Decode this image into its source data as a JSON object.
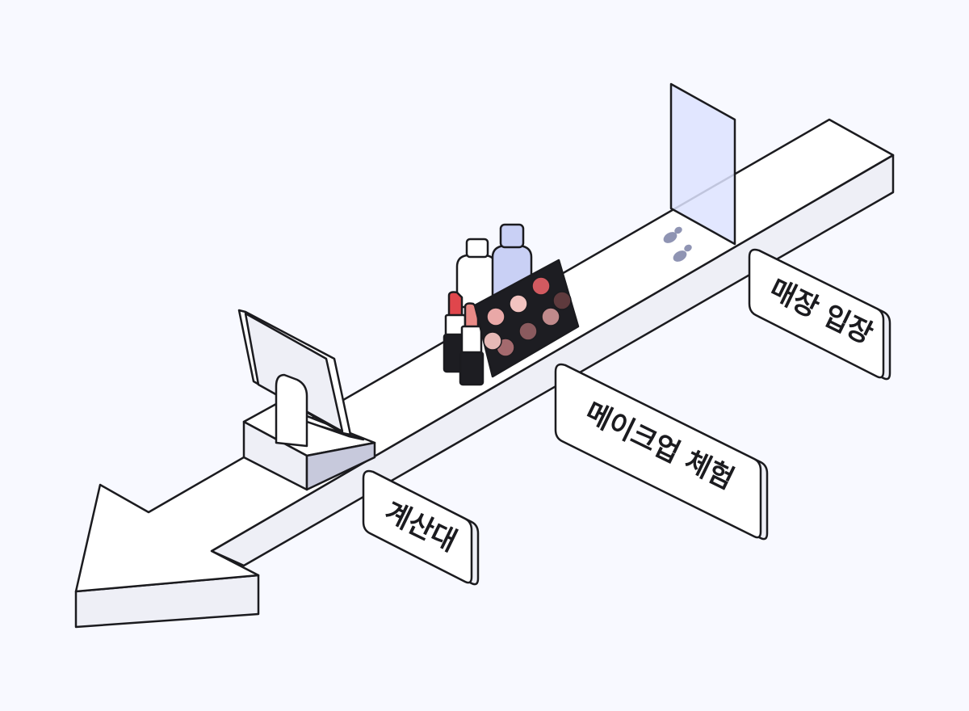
{
  "colors": {
    "background": "#f8f9ff",
    "outline": "#1b1b1f",
    "path_top": "#ffffff",
    "path_side": "#eeeff6",
    "glass": "#dde3ff",
    "footprint": "#8f94b3",
    "register_side": "#c7c9dc",
    "bottle_cap": "#c9d0f5",
    "lipstick_red": "#e0464c",
    "lipstick_pink": "#e98a86",
    "palette_body": "#1d1d22"
  },
  "palette_shades": [
    "#d15a60",
    "#f2c3c0",
    "#e9a8a7",
    "#a46a6e",
    "#e6b9b6",
    "#8a5a5e",
    "#5e3a3d",
    "#c08a8c"
  ],
  "icons": [
    "arrow-path",
    "glass-entry-door",
    "footprints-icon",
    "cash-register",
    "cosmetic-bottles",
    "lipsticks",
    "eyeshadow-palette"
  ],
  "signs": {
    "entry": "매장 입장",
    "makeup": "메이크업 체험",
    "checkout": "계산대"
  }
}
